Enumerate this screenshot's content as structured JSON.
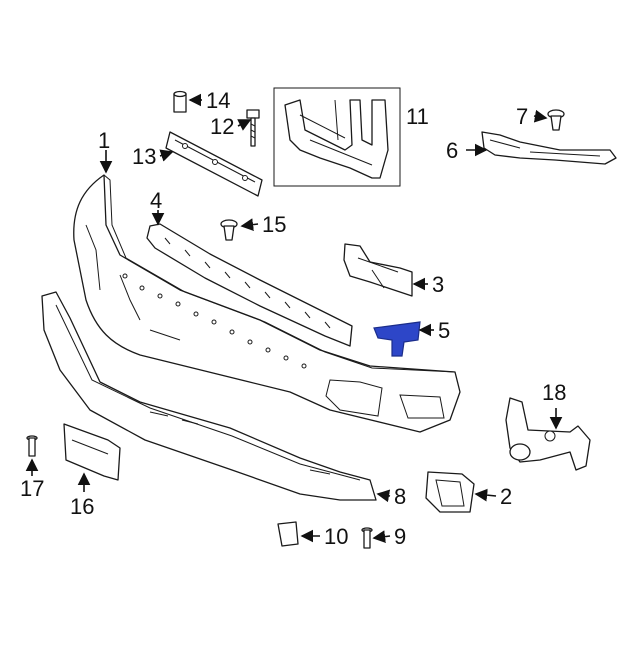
{
  "callouts": [
    "1",
    "2",
    "3",
    "4",
    "5",
    "6",
    "7",
    "8",
    "9",
    "10",
    "11",
    "12",
    "13",
    "14",
    "15",
    "16",
    "17",
    "18"
  ],
  "highlight_color": "#2d46c8",
  "highlighted_callout": "5"
}
